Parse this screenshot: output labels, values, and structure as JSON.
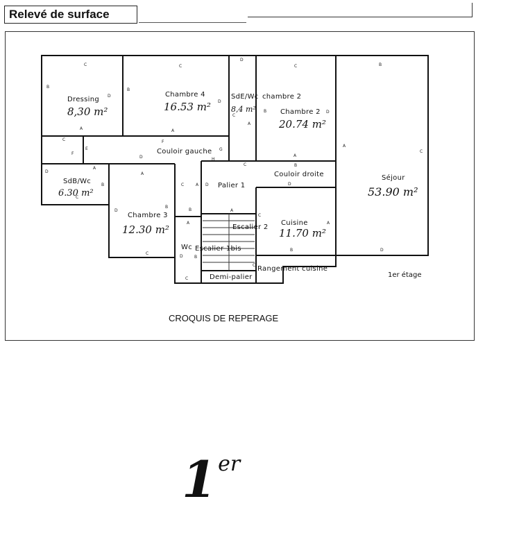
{
  "header": {
    "title": "Relevé de surface"
  },
  "plan": {
    "caption": "CROQUIS DE REPERAGE",
    "floor_label": "1er étage",
    "rooms": [
      {
        "id": "dressing",
        "name": "Dressing",
        "area": "8,30 m²"
      },
      {
        "id": "chambre4",
        "name": "Chambre 4",
        "area": "16.53 m²"
      },
      {
        "id": "sde-wc",
        "name": "SdE/Wc",
        "area": "8,4 m²"
      },
      {
        "id": "chambre2",
        "name": "Chambre 2",
        "area": "20.74 m²",
        "alt_name": "chambre 2"
      },
      {
        "id": "sejour",
        "name": "Séjour",
        "area": "53.90 m²"
      },
      {
        "id": "couloir-gauche",
        "name": "Couloir gauche"
      },
      {
        "id": "sdb-wc",
        "name": "SdB/Wc",
        "area": "6.30 m²"
      },
      {
        "id": "chambre3",
        "name": "Chambre 3",
        "area": "12.30 m²"
      },
      {
        "id": "palier1",
        "name": "Palier 1"
      },
      {
        "id": "couloir-droite",
        "name": "Couloir droite"
      },
      {
        "id": "cuisine",
        "name": "Cuisine",
        "area": "11.70 m²"
      },
      {
        "id": "escalier2",
        "name": "Escalier 2"
      },
      {
        "id": "wc",
        "name": "Wc"
      },
      {
        "id": "escalier1bis",
        "name": "Escalier 1bis"
      },
      {
        "id": "demi-palier",
        "name": "Demi-palier"
      },
      {
        "id": "rangement-cuisine",
        "name": "Rangement cuisine"
      }
    ],
    "wall_marks": {
      "a": "A",
      "b": "B",
      "c": "C",
      "d": "D",
      "e": "E",
      "f": "F",
      "g": "G",
      "h": "H"
    }
  },
  "handwritten": {
    "floor_digit": "1",
    "floor_suffix": "er"
  }
}
